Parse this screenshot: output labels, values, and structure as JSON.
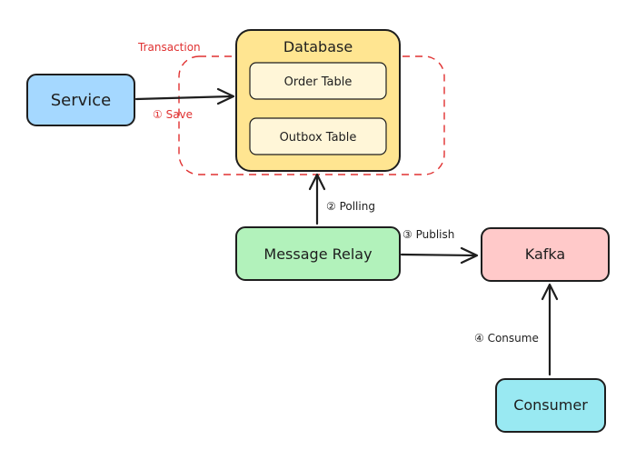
{
  "colors": {
    "stroke": "#1e1e1e",
    "transaction_red": "#e03131",
    "service_fill": "#a5d8ff",
    "database_fill": "#ffe591",
    "table_fill": "#fff6d8",
    "relay_fill": "#b2f2bb",
    "kafka_fill": "#ffc9c9",
    "consumer_fill": "#99e9f2"
  },
  "nodes": {
    "service": "Service",
    "database": "Database",
    "order_table": "Order Table",
    "outbox_table": "Outbox Table",
    "message_relay": "Message Relay",
    "kafka": "Kafka",
    "consumer": "Consumer"
  },
  "group": {
    "transaction": "Transaction"
  },
  "edges": {
    "save": "① Save",
    "polling": "② Polling",
    "publish": "③ Publish",
    "consume": "④ Consume"
  }
}
